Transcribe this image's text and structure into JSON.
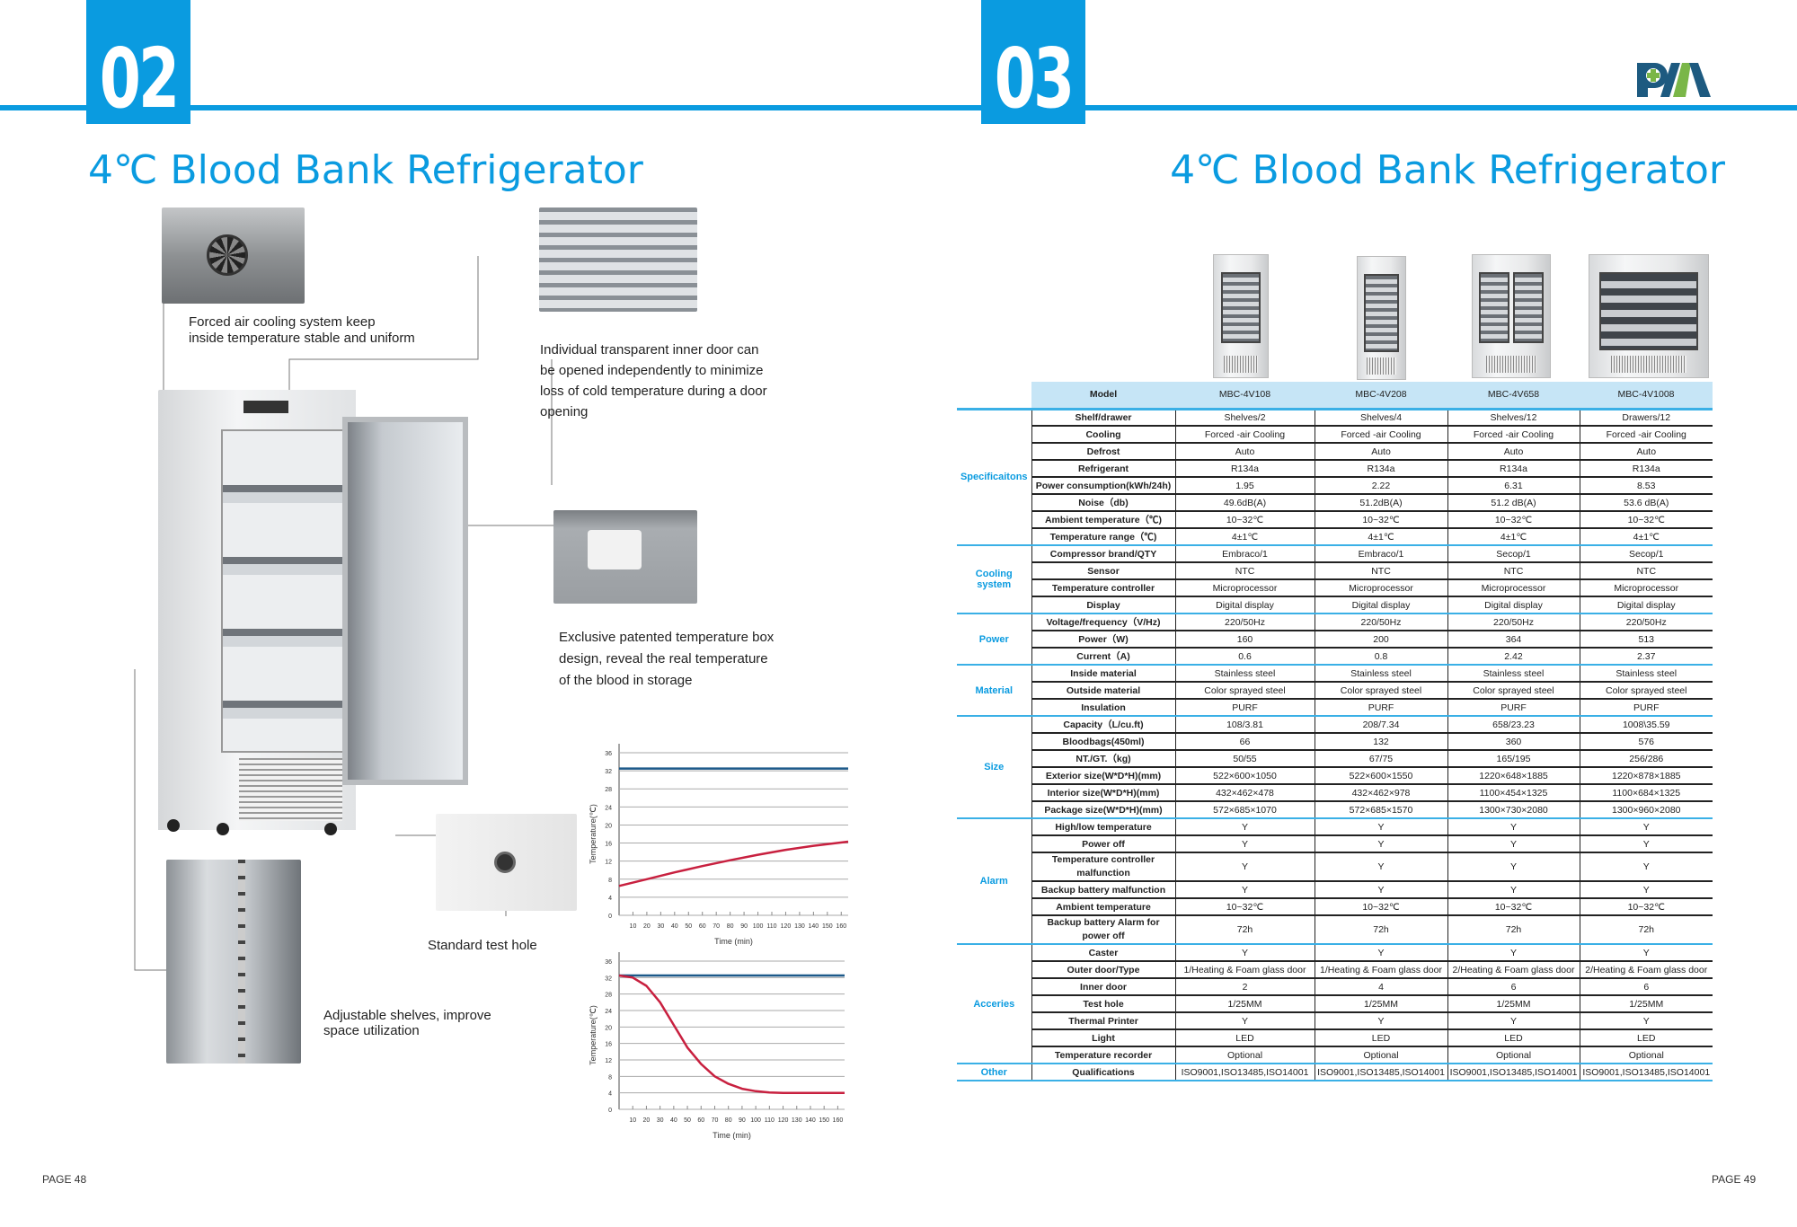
{
  "left_page": {
    "section_number": "02",
    "title": "4℃ Blood Bank Refrigerator",
    "captions": {
      "fan": [
        "Forced air cooling system keep",
        "inside temperature stable and uniform"
      ],
      "inner_door": [
        "Individual transparent inner door can",
        "be opened independently to minimize",
        "loss of cold temperature during a door",
        "opening"
      ],
      "temp_box": [
        "Exclusive patented temperature box",
        "design, reveal the real temperature",
        "of the blood in storage"
      ],
      "test_hole": "Standard test hole",
      "shelves": [
        "Adjustable shelves, improve",
        "space utilization"
      ]
    },
    "page_number": "PAGE 48"
  },
  "right_page": {
    "section_number": "03",
    "title": "4℃ Blood Bank Refrigerator",
    "logo_text": "PM",
    "page_number": "PAGE 49"
  },
  "colors": {
    "accent": "#0a9be0",
    "header_bg": "#c6e5f6",
    "series_ambient": "#1d5a8a",
    "series_blood": "#c8203f"
  },
  "spec_table": {
    "header": {
      "param": "Model",
      "models": [
        "MBC-4V108",
        "MBC-4V208",
        "MBC-4V658",
        "MBC-4V1008"
      ]
    },
    "groups": [
      {
        "name": "Specificaitons",
        "rows": [
          {
            "param": "Shelf/drawer",
            "values": [
              "Shelves/2",
              "Shelves/4",
              "Shelves/12",
              "Drawers/12"
            ]
          },
          {
            "param": "Cooling",
            "values": [
              "Forced -air Cooling",
              "Forced -air Cooling",
              "Forced -air Cooling",
              "Forced -air Cooling"
            ]
          },
          {
            "param": "Defrost",
            "values": [
              "Auto",
              "Auto",
              "Auto",
              "Auto"
            ]
          },
          {
            "param": "Refrigerant",
            "values": [
              "R134a",
              "R134a",
              "R134a",
              "R134a"
            ]
          },
          {
            "param": "Power consumption(kWh/24h)",
            "values": [
              "1.95",
              "2.22",
              "6.31",
              "8.53"
            ]
          },
          {
            "param": "Noise（db)",
            "values": [
              "49.6dB(A)",
              "51.2dB(A)",
              "51.2 dB(A)",
              "53.6 dB(A)"
            ]
          },
          {
            "param": "Ambient temperature（℃)",
            "values": [
              "10~32℃",
              "10~32℃",
              "10~32℃",
              "10~32℃"
            ]
          },
          {
            "param": "Temperature range（℃)",
            "values": [
              "4±1℃",
              "4±1℃",
              "4±1℃",
              "4±1℃"
            ]
          }
        ]
      },
      {
        "name": "Cooling system",
        "rows": [
          {
            "param": "Compressor brand/QTY",
            "values": [
              "Embraco/1",
              "Embraco/1",
              "Secop/1",
              "Secop/1"
            ]
          },
          {
            "param": "Sensor",
            "values": [
              "NTC",
              "NTC",
              "NTC",
              "NTC"
            ]
          },
          {
            "param": "Temperature controller",
            "values": [
              "Microprocessor",
              "Microprocessor",
              "Microprocessor",
              "Microprocessor"
            ]
          },
          {
            "param": "Display",
            "values": [
              "Digital display",
              "Digital display",
              "Digital display",
              "Digital display"
            ]
          }
        ]
      },
      {
        "name": "Power",
        "rows": [
          {
            "param": "Voltage/frequency（V/Hz)",
            "values": [
              "220/50Hz",
              "220/50Hz",
              "220/50Hz",
              "220/50Hz"
            ]
          },
          {
            "param": "Power（W)",
            "values": [
              "160",
              "200",
              "364",
              "513"
            ]
          },
          {
            "param": "Current（A)",
            "values": [
              "0.6",
              "0.8",
              "2.42",
              "2.37"
            ]
          }
        ]
      },
      {
        "name": "Material",
        "rows": [
          {
            "param": "Inside material",
            "values": [
              "Stainless steel",
              "Stainless steel",
              "Stainless steel",
              "Stainless steel"
            ]
          },
          {
            "param": "Outside material",
            "values": [
              "Color sprayed steel",
              "Color sprayed steel",
              "Color sprayed steel",
              "Color sprayed steel"
            ]
          },
          {
            "param": "Insulation",
            "values": [
              "PURF",
              "PURF",
              "PURF",
              "PURF"
            ]
          }
        ]
      },
      {
        "name": "Size",
        "rows": [
          {
            "param": "Capacity（L/cu.ft)",
            "values": [
              "108/3.81",
              "208/7.34",
              "658/23.23",
              "1008\\35.59"
            ]
          },
          {
            "param": "Bloodbags(450ml)",
            "values": [
              "66",
              "132",
              "360",
              "576"
            ]
          },
          {
            "param": "NT./GT.（kg)",
            "values": [
              "50/55",
              "67/75",
              "165/195",
              "256/286"
            ]
          },
          {
            "param": "Exterior size(W*D*H)(mm)",
            "values": [
              "522×600×1050",
              "522×600×1550",
              "1220×648×1885",
              "1220×878×1885"
            ]
          },
          {
            "param": "Interior size(W*D*H)(mm)",
            "values": [
              "432×462×478",
              "432×462×978",
              "1100×454×1325",
              "1100×684×1325"
            ]
          },
          {
            "param": "Package size(W*D*H)(mm)",
            "values": [
              "572×685×1070",
              "572×685×1570",
              "1300×730×2080",
              "1300×960×2080"
            ]
          }
        ]
      },
      {
        "name": "Alarm",
        "rows": [
          {
            "param": "High/low temperature",
            "values": [
              "Y",
              "Y",
              "Y",
              "Y"
            ]
          },
          {
            "param": "Power off",
            "values": [
              "Y",
              "Y",
              "Y",
              "Y"
            ]
          },
          {
            "param": "Temperature controller malfunction",
            "values": [
              "Y",
              "Y",
              "Y",
              "Y"
            ],
            "tall": true
          },
          {
            "param": "Backup battery malfunction",
            "values": [
              "Y",
              "Y",
              "Y",
              "Y"
            ]
          },
          {
            "param": "Ambient temperature",
            "values": [
              "10~32℃",
              "10~32℃",
              "10~32℃",
              "10~32℃"
            ]
          },
          {
            "param": "Backup battery Alarm for power off",
            "values": [
              "72h",
              "72h",
              "72h",
              "72h"
            ],
            "tall": true
          }
        ]
      },
      {
        "name": "Acceries",
        "rows": [
          {
            "param": "Caster",
            "values": [
              "Y",
              "Y",
              "Y",
              "Y"
            ]
          },
          {
            "param": "Outer door/Type",
            "values": [
              "1/Heating & Foam glass door",
              "1/Heating & Foam glass door",
              "2/Heating & Foam glass door",
              "2/Heating & Foam glass door"
            ]
          },
          {
            "param": "Inner door",
            "values": [
              "2",
              "4",
              "6",
              "6"
            ]
          },
          {
            "param": "Test hole",
            "values": [
              "1/25MM",
              "1/25MM",
              "1/25MM",
              "1/25MM"
            ]
          },
          {
            "param": "Thermal Printer",
            "values": [
              "Y",
              "Y",
              "Y",
              "Y"
            ]
          },
          {
            "param": "Light",
            "values": [
              "LED",
              "LED",
              "LED",
              "LED"
            ]
          },
          {
            "param": "Temperature recorder",
            "values": [
              "Optional",
              "Optional",
              "Optional",
              "Optional"
            ]
          }
        ]
      },
      {
        "name": "Other",
        "rows": [
          {
            "param": "Qualifications",
            "values": [
              "ISO9001,ISO13485,ISO14001",
              "ISO9001,ISO13485,ISO14001",
              "ISO9001,ISO13485,ISO14001",
              "ISO9001,ISO13485,ISO14001"
            ]
          }
        ]
      }
    ]
  },
  "chart_data": [
    {
      "type": "line",
      "title": "",
      "xlabel": "Time (min)",
      "ylabel": "Temperature(℃)",
      "xlim": [
        0,
        165
      ],
      "ylim": [
        0,
        36
      ],
      "xticks": [
        10,
        20,
        30,
        40,
        50,
        60,
        70,
        80,
        90,
        100,
        110,
        120,
        130,
        140,
        150,
        160
      ],
      "yticks": [
        0,
        4,
        8,
        12,
        16,
        20,
        24,
        28,
        32,
        36
      ],
      "grid": "horizontal",
      "series": [
        {
          "name": "ambient",
          "color": "#1d5a8a",
          "x": [
            0,
            165
          ],
          "y": [
            32.5,
            32.5
          ]
        },
        {
          "name": "blood",
          "color": "#c8203f",
          "x": [
            0,
            20,
            40,
            60,
            80,
            100,
            120,
            140,
            165
          ],
          "y": [
            6.5,
            8,
            9.5,
            10.9,
            12.2,
            13.4,
            14.5,
            15.4,
            16.3
          ]
        }
      ]
    },
    {
      "type": "line",
      "title": "",
      "xlabel": "Time (min)",
      "ylabel": "Temperature(℃)",
      "xlim": [
        0,
        165
      ],
      "ylim": [
        0,
        36
      ],
      "xticks": [
        10,
        20,
        30,
        40,
        50,
        60,
        70,
        80,
        90,
        100,
        110,
        120,
        130,
        140,
        150,
        160
      ],
      "yticks": [
        0,
        4,
        8,
        12,
        16,
        20,
        24,
        28,
        32,
        36
      ],
      "grid": "horizontal",
      "series": [
        {
          "name": "ambient",
          "color": "#1d5a8a",
          "x": [
            0,
            165
          ],
          "y": [
            32.5,
            32.5
          ]
        },
        {
          "name": "blood",
          "color": "#c8203f",
          "x": [
            0,
            10,
            20,
            30,
            40,
            50,
            60,
            70,
            80,
            90,
            100,
            110,
            120,
            165
          ],
          "y": [
            32.5,
            32,
            30,
            26,
            20.5,
            15,
            11,
            8,
            6.2,
            5,
            4.4,
            4.1,
            4,
            4
          ]
        }
      ]
    }
  ]
}
